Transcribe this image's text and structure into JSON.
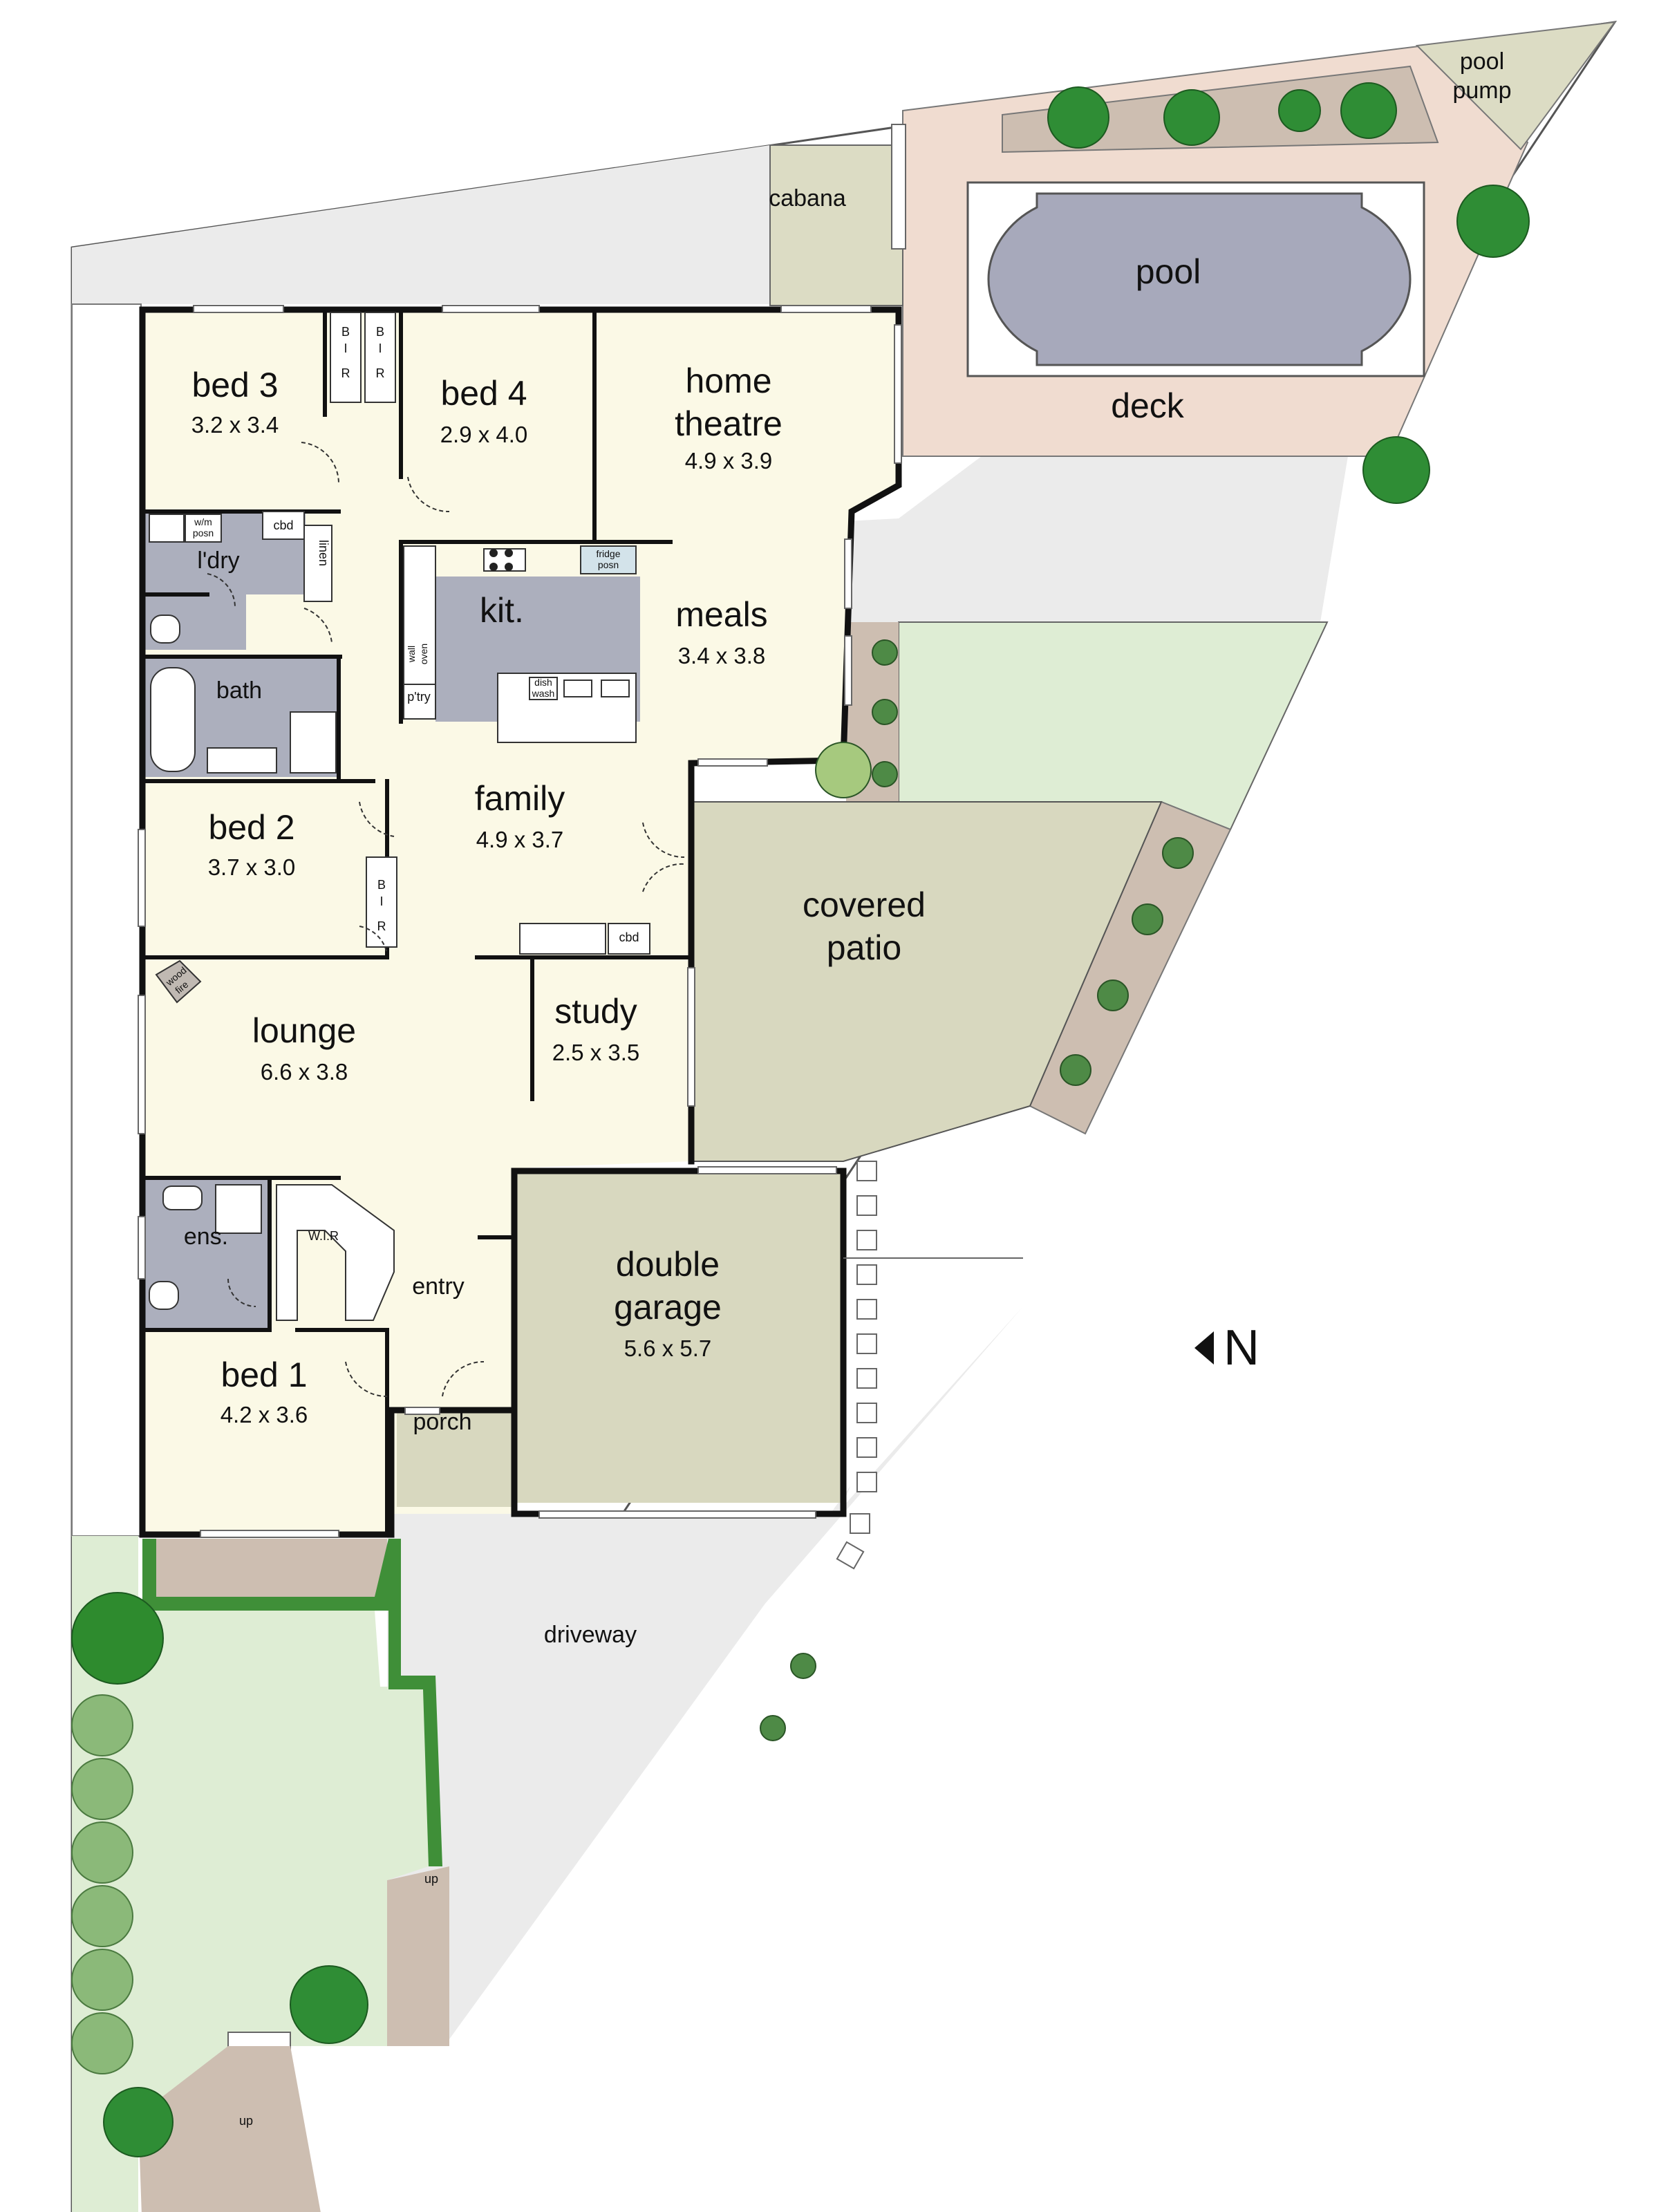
{
  "colors": {
    "interior": "#fbf9e6",
    "wet_area": "#acafbd",
    "garage": "#d8d8bf",
    "deck": "#f0dcd0",
    "pool_water": "#a7a9bb",
    "lawn": "#deedd4",
    "paving": "#ebebeb",
    "garden_bed": "#cdbeb1",
    "hedge": "#3f8f38",
    "wall": "#111111"
  },
  "north_label": "N",
  "rooms": {
    "bed3": {
      "name": "bed 3",
      "dim": "3.2 x 3.4"
    },
    "bed4": {
      "name": "bed 4",
      "dim": "2.9 x 4.0"
    },
    "home_theatre": {
      "name1": "home",
      "name2": "theatre",
      "dim": "4.9 x 3.9"
    },
    "kitchen": {
      "name": "kit."
    },
    "meals": {
      "name": "meals",
      "dim": "3.4 x 3.8"
    },
    "laundry": {
      "name": "l'dry"
    },
    "bath": {
      "name": "bath"
    },
    "bed2": {
      "name": "bed 2",
      "dim": "3.7 x 3.0"
    },
    "family": {
      "name": "family",
      "dim": "4.9 x 3.7"
    },
    "lounge": {
      "name": "lounge",
      "dim": "6.6 x 3.8"
    },
    "study": {
      "name": "study",
      "dim": "2.5 x 3.5"
    },
    "ensuite": {
      "name": "ens."
    },
    "wir": {
      "name": "W.I.R"
    },
    "entry": {
      "name": "entry"
    },
    "bed1": {
      "name": "bed 1",
      "dim": "4.2 x 3.6"
    },
    "porch": {
      "name": "porch"
    },
    "garage": {
      "name1": "double",
      "name2": "garage",
      "dim": "5.6 x 5.7"
    }
  },
  "outdoor": {
    "cabana": "cabana",
    "pool": "pool",
    "pool_pump1": "pool",
    "pool_pump2": "pump",
    "deck": "deck",
    "covered_patio1": "covered",
    "covered_patio2": "patio",
    "driveway": "driveway",
    "up1": "up",
    "up2": "up"
  },
  "fixtures": {
    "bir_b": "B",
    "bir_i": "I",
    "bir_r": "R",
    "cbd": "cbd",
    "linen": "linen",
    "wm1": "w/m",
    "wm2": "posn",
    "fridge1": "fridge",
    "fridge2": "posn",
    "dish1": "dish",
    "dish2": "wash",
    "wall_oven1": "wall",
    "wall_oven2": "oven",
    "pantry": "p'try",
    "wood_fire1": "wood",
    "wood_fire2": "fire"
  }
}
